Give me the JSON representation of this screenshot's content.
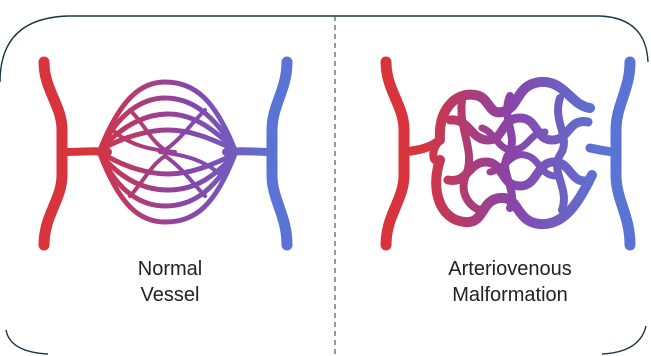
{
  "panels": [
    {
      "title_line1": "Normal",
      "title_line2": "Vessel"
    },
    {
      "title_line1": "Arteriovenous",
      "title_line2": "Malformation"
    }
  ],
  "colors": {
    "artery": "#d8343b",
    "vein": "#5a74d6",
    "mid": "#8a44a8",
    "frame": "#1d3747",
    "divider": "#555555"
  }
}
